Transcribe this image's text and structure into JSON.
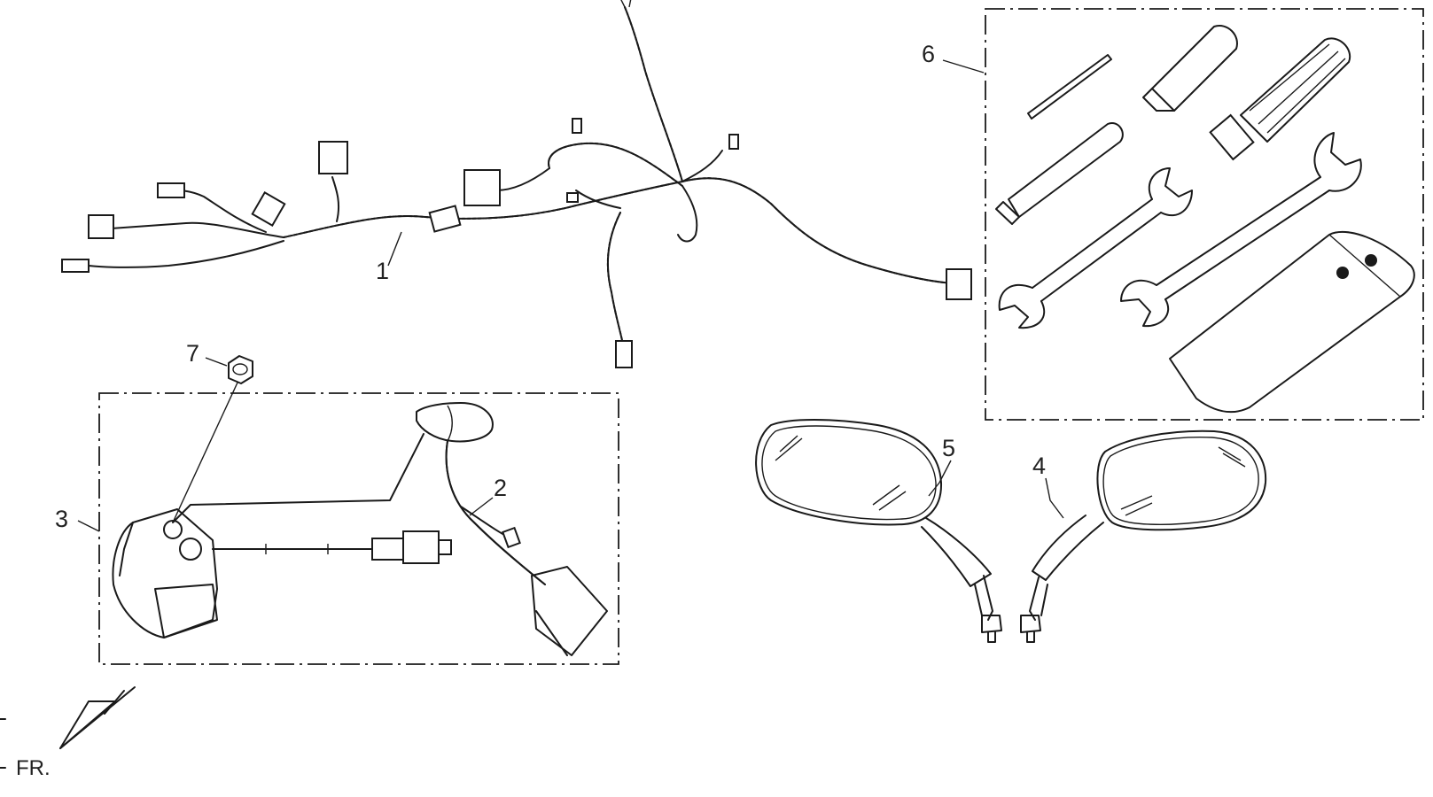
{
  "callouts": [
    {
      "id": "1",
      "text": "1",
      "part": "wire-harness"
    },
    {
      "id": "2",
      "text": "2",
      "part": "relay-harness"
    },
    {
      "id": "3",
      "text": "3",
      "part": "starter-relay-kit"
    },
    {
      "id": "4",
      "text": "4",
      "part": "right-mirror"
    },
    {
      "id": "5",
      "text": "5",
      "part": "left-mirror"
    },
    {
      "id": "6",
      "text": "6",
      "part": "tool-kit"
    },
    {
      "id": "7",
      "text": "7",
      "part": "nut"
    }
  ],
  "direction": {
    "label": "FR."
  },
  "colors": {
    "line": "#1a1a1a",
    "background": "#ffffff",
    "fill_gray": "#cfcfcf"
  }
}
